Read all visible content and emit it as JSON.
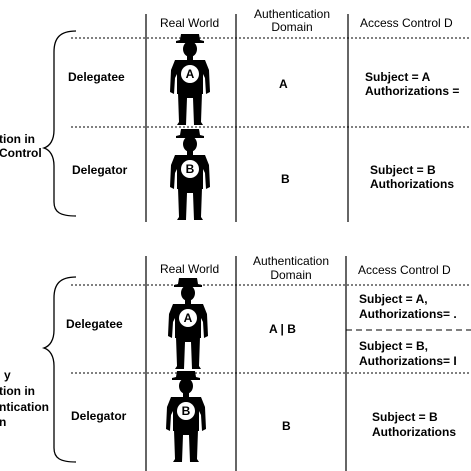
{
  "top_table": {
    "headers": {
      "real_world": "Real World",
      "auth_domain_line1": "Authentication",
      "auth_domain_line2": "Domain",
      "access_control": "Access Control D"
    },
    "left_label_line1": "tion in",
    "left_label_line2": "Control",
    "rows": [
      {
        "role": "Delegatee",
        "figure_letter": "A",
        "auth_domain": "A",
        "ac_line1": "Subject = A",
        "ac_line2": "Authorizations ="
      },
      {
        "role": "Delegator",
        "figure_letter": "B",
        "auth_domain": "B",
        "ac_line1": "Subject = B",
        "ac_line2": "Authorizations"
      }
    ]
  },
  "bottom_table": {
    "headers": {
      "real_world": "Real World",
      "auth_domain_line1": "Authentication",
      "auth_domain_line2": "Domain",
      "access_control": "Access Control D"
    },
    "left_label_line1": "y",
    "left_label_line2": "tion in",
    "left_label_line3": "ntication",
    "left_label_line4": "n",
    "rows": [
      {
        "role": "Delegatee",
        "figure_letter": "A",
        "auth_domain": "A | B",
        "ac_a_line1": "Subject = A,",
        "ac_a_line2": "Authorizations= .",
        "ac_b_line1": "Subject = B,",
        "ac_b_line2": "Authorizations= I"
      },
      {
        "role": "Delegator",
        "figure_letter": "B",
        "auth_domain": "B",
        "ac_line1": "Subject = B",
        "ac_line2": "Authorizations"
      }
    ]
  },
  "colors": {
    "ink": "#000000",
    "background": "#ffffff"
  }
}
